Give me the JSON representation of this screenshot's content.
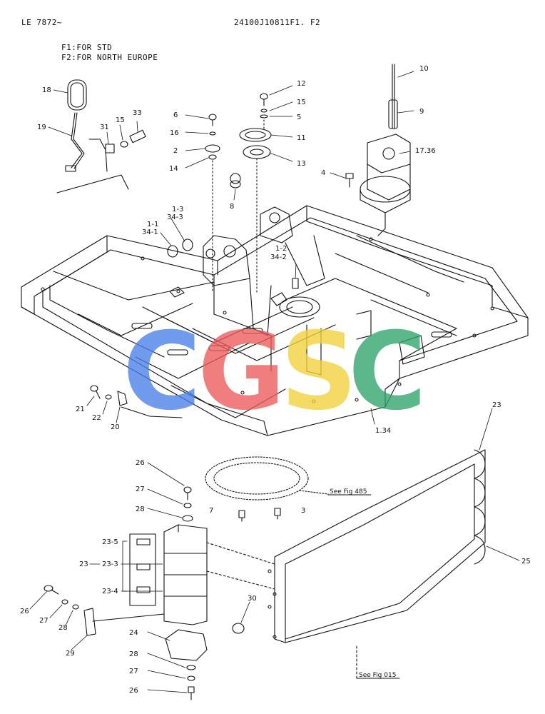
{
  "header": {
    "left": "LE 7872~",
    "center": "24100J10811F1. F2"
  },
  "legend": [
    "F1:FOR STD",
    "F2:FOR NORTH EUROPE"
  ],
  "refs": {
    "fig485": "See Fig 485",
    "fig015": "See Fig 015"
  },
  "watermark": {
    "letters": [
      "C",
      "G",
      "S",
      "C"
    ],
    "colors": [
      "#4a7fe8",
      "#ee5a5a",
      "#f2d23a",
      "#2fa36a"
    ]
  },
  "callouts": {
    "p10": "10",
    "p9": "9",
    "p17": "17.36",
    "p4": "4",
    "p12": "12",
    "p15a": "15",
    "p5": "5",
    "p11": "11",
    "p13": "13",
    "p6": "6",
    "p16": "16",
    "p2": "2",
    "p14": "14",
    "p8": "8",
    "p18": "18",
    "p19": "19",
    "p31": "31",
    "p15b": "15",
    "p33": "33",
    "p1_3": "1-3",
    "p34_3": "34-3",
    "p1_1": "1-1",
    "p34_1": "34-1",
    "p1_2": "1-2",
    "p34_2": "34-2",
    "p21": "21",
    "p22": "22",
    "p20": "20",
    "p1_34": "1.34",
    "p23a": "23",
    "p25": "25",
    "p26a": "26",
    "p27a": "27",
    "p28a": "28",
    "p7": "7",
    "p3": "3",
    "p23_5": "23-5",
    "p23b": "23",
    "p23_3": "23-3",
    "p23_4": "23-4",
    "p26b": "26",
    "p27b": "27",
    "p28b": "28",
    "p29": "29",
    "p30": "30",
    "p24": "24",
    "p28c": "28",
    "p27c": "27",
    "p26c": "26"
  }
}
